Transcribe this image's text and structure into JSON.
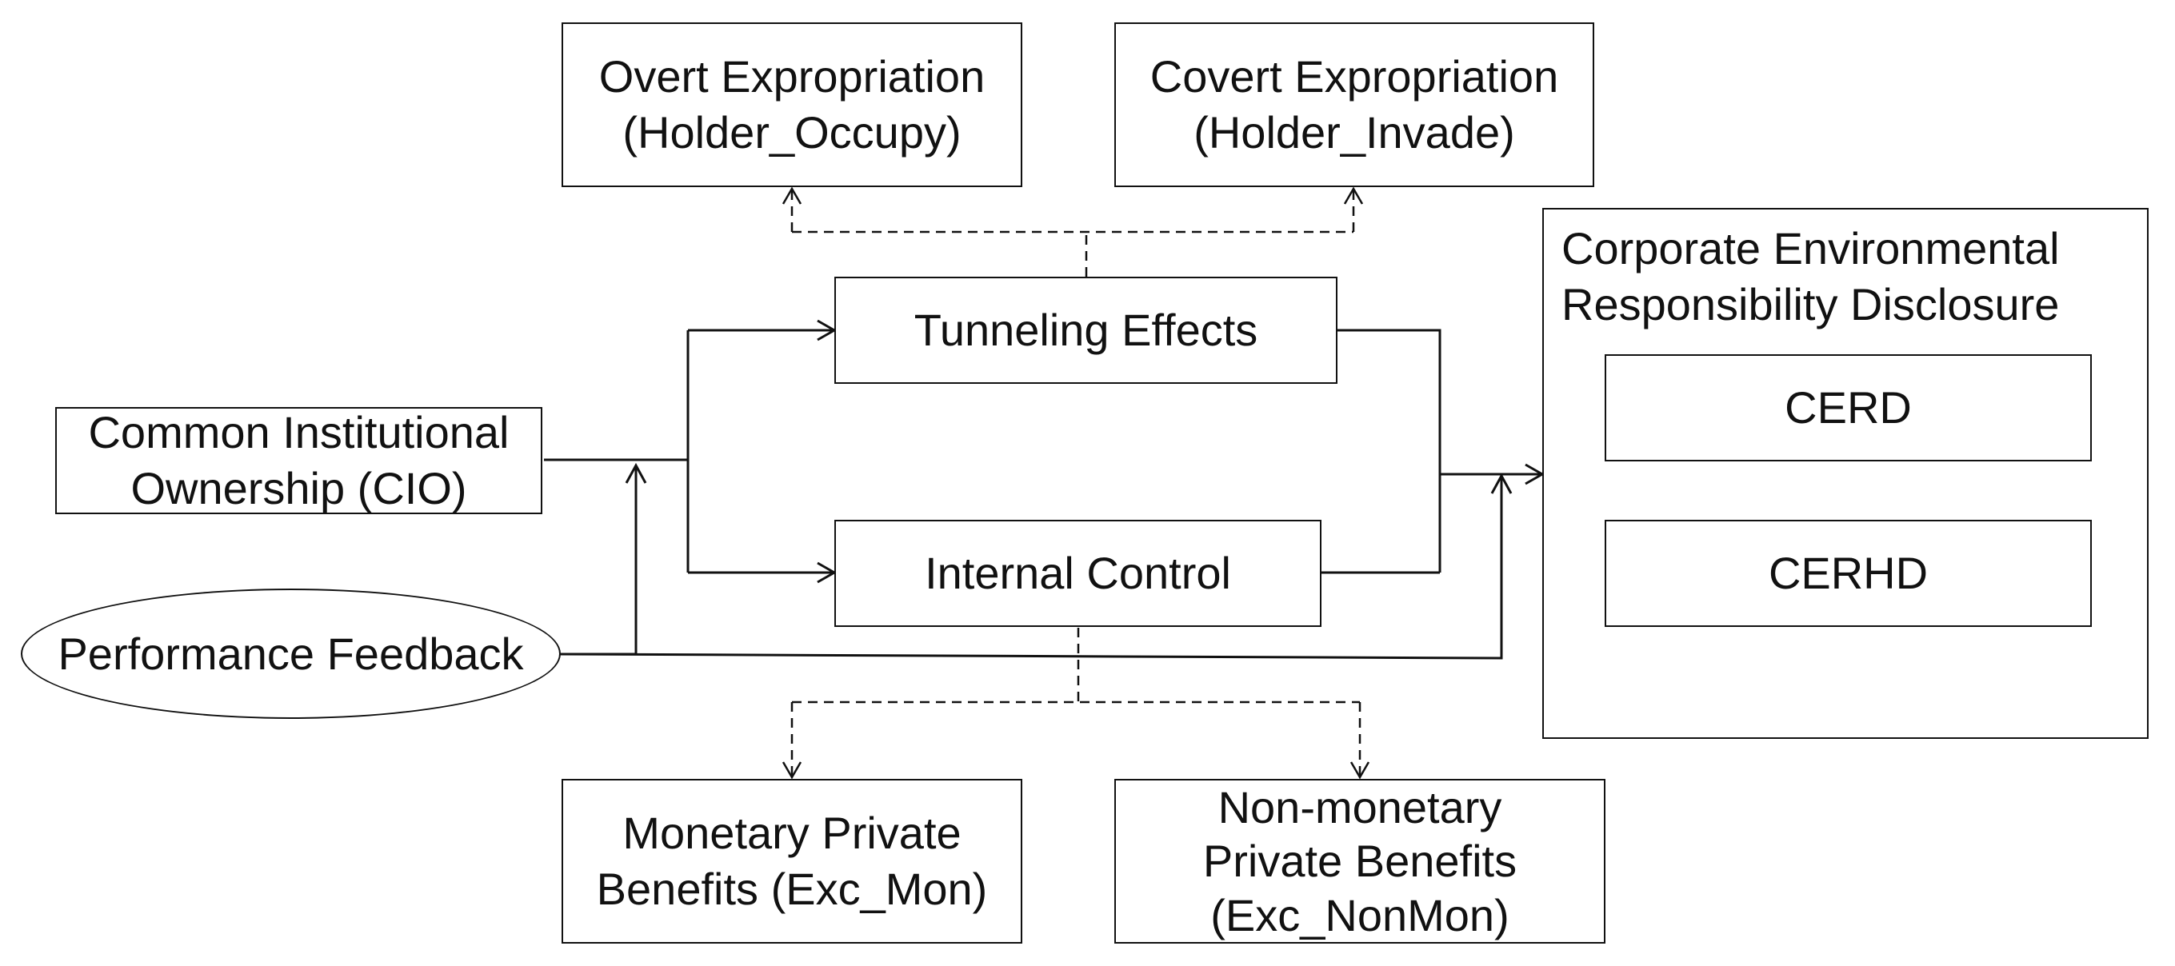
{
  "nodes": {
    "cio": {
      "lines": [
        "Common Institutional",
        "Ownership (CIO)"
      ]
    },
    "performance_feedback": {
      "lines": [
        "Performance Feedback"
      ]
    },
    "tunneling": {
      "lines": [
        "Tunneling Effects"
      ]
    },
    "internal_control": {
      "lines": [
        "Internal Control"
      ]
    },
    "overt": {
      "lines": [
        "Overt  Expropriation",
        "(Holder_Occupy)"
      ]
    },
    "covert": {
      "lines": [
        "Covert  Expropriation",
        "(Holder_Invade)"
      ]
    },
    "monetary": {
      "lines": [
        "Monetary Private",
        "Benefits (Exc_Mon)"
      ]
    },
    "nonmonetary": {
      "lines": [
        "Non-monetary",
        "Private Benefits",
        "(Exc_NonMon)"
      ]
    },
    "cerd_group": {
      "lines": [
        "Corporate Environmental",
        "Responsibility Disclosure"
      ]
    },
    "cerd": {
      "lines": [
        "CERD"
      ]
    },
    "cerhd": {
      "lines": [
        "CERHD"
      ]
    }
  },
  "edges": [
    {
      "from": "cio",
      "to": "tunneling",
      "style": "solid"
    },
    {
      "from": "cio",
      "to": "internal_control",
      "style": "solid"
    },
    {
      "from": "tunneling",
      "to": "cerd_group",
      "style": "solid"
    },
    {
      "from": "internal_control",
      "to": "cerd_group",
      "style": "solid"
    },
    {
      "from": "performance_feedback",
      "to": "cio-path",
      "style": "solid"
    },
    {
      "from": "performance_feedback",
      "to": "mediator-path",
      "style": "solid"
    },
    {
      "from": "tunneling",
      "to": "overt",
      "style": "dashed"
    },
    {
      "from": "tunneling",
      "to": "covert",
      "style": "dashed"
    },
    {
      "from": "internal_control",
      "to": "monetary",
      "style": "dashed"
    },
    {
      "from": "internal_control",
      "to": "nonmonetary",
      "style": "dashed"
    }
  ]
}
